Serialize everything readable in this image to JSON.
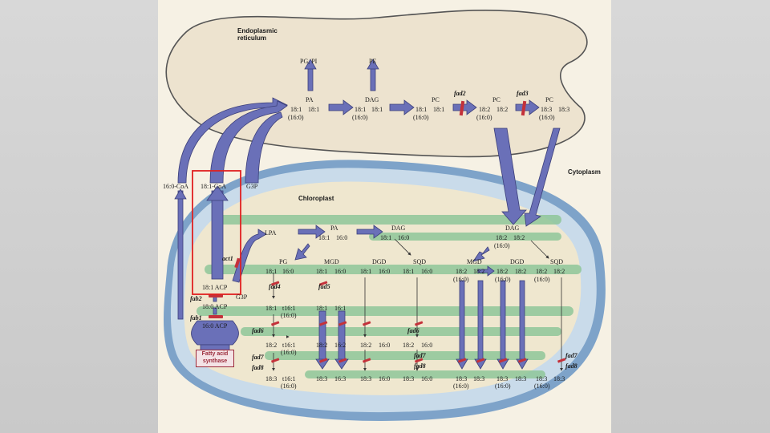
{
  "colors": {
    "er_fill": "#ede3cf",
    "er_edge": "#555555",
    "chloro_outer": "#7ea3c9",
    "chloro_ring": "#c9dbea",
    "stroma": "#efe7cf",
    "thylakoid": "#8fc79a",
    "arrow": "#6a70b8",
    "arrow_edge": "#3c3f7a",
    "block": "#c4313a",
    "highlight": "#e02020"
  },
  "compartments": {
    "er": "Endoplasmic reticulum",
    "cytoplasm": "Cytoplasm",
    "chloroplast": "Chloroplast"
  },
  "er_pathway": {
    "products_pa": "PG, PI",
    "products_dag": "PE",
    "lipids": [
      {
        "name": "PA",
        "acyl": [
          "18:1",
          "18:1"
        ],
        "sub": "(16:0)"
      },
      {
        "name": "DAG",
        "acyl": [
          "18:1",
          "18:1"
        ],
        "sub": "(16:0)"
      },
      {
        "name": "PC",
        "acyl": [
          "18:1",
          "18:1"
        ],
        "sub": "(16:0)"
      },
      {
        "name": "PC",
        "acyl": [
          "18:2",
          "18:2"
        ],
        "sub": "(16:0)"
      },
      {
        "name": "PC",
        "acyl": [
          "18:3",
          "18:3"
        ],
        "sub": "(16:0)"
      }
    ],
    "genes": [
      "fad2",
      "fad3"
    ]
  },
  "export": {
    "c16": "16:0-CoA",
    "c18": "18:1-CoA",
    "g3p": "G3P"
  },
  "stroma": {
    "acp": [
      "18:1 ACP",
      "18:0 ACP",
      "16:0 ACP"
    ],
    "g3p": "G3P",
    "fatty_acid_synthase": "Fatty acid synthase",
    "genes": {
      "fab2": "fab2",
      "fab1": "fab1",
      "act1": "act1"
    },
    "lpa": "LPA",
    "pa": {
      "name": "PA",
      "acyl": [
        "18:1",
        "16:0"
      ]
    },
    "dag": {
      "name": "DAG",
      "acyl": [
        "18:1",
        "16:0"
      ]
    },
    "dag_euk": {
      "name": "DAG",
      "acyl": [
        "18:2",
        "18:2"
      ],
      "sub": "(16:0)"
    }
  },
  "prok_columns": [
    {
      "name": "PG",
      "gene": "fad4",
      "r1": [
        "18:1",
        "16:0"
      ],
      "r2": [
        "18:1",
        "t16:1"
      ],
      "r2sub": "(16:0)",
      "r3": [
        "18:2",
        "t16:1"
      ],
      "r3sub": "(16:0)",
      "r4": [
        "18:3",
        "t16:1"
      ],
      "r4sub": "(16:0)"
    },
    {
      "name": "MGD",
      "gene": "fad5",
      "r1": [
        "18:1",
        "16:0"
      ],
      "r2": [
        "18:1",
        "16:1"
      ],
      "r3": [
        "18:2",
        "16:2"
      ],
      "r4": [
        "18:3",
        "16:3"
      ]
    },
    {
      "name": "DGD",
      "r1": [
        "18:1",
        "16:0"
      ],
      "r3": [
        "18:2",
        "16:0"
      ],
      "r4": [
        "18:3",
        "16:0"
      ]
    },
    {
      "name": "SQD",
      "r1": [
        "18:1",
        "16:0"
      ],
      "r3": [
        "18:2",
        "16:0"
      ],
      "r4": [
        "18:3",
        "16:0"
      ]
    }
  ],
  "euk_columns": [
    {
      "name": "MGD",
      "r1": [
        "18:2",
        "18:2"
      ],
      "sub": "(16:0)",
      "r4": [
        "18:3",
        "18:3"
      ],
      "r4sub": "(16:0)"
    },
    {
      "name": "DGD",
      "r1": [
        "18:2",
        "18:2"
      ],
      "sub": "(16:0)",
      "r4": [
        "18:3",
        "18:3"
      ],
      "r4sub": "(16:0)"
    },
    {
      "name": "SQD",
      "r1": [
        "18:2",
        "18:2"
      ],
      "sub": "(16:0)",
      "r4": [
        "18:3",
        "18:3"
      ],
      "r4sub": "(16:0)"
    }
  ],
  "genes_lower": {
    "fad6": "fad6",
    "fad7": "fad7",
    "fad8": "fad8"
  }
}
